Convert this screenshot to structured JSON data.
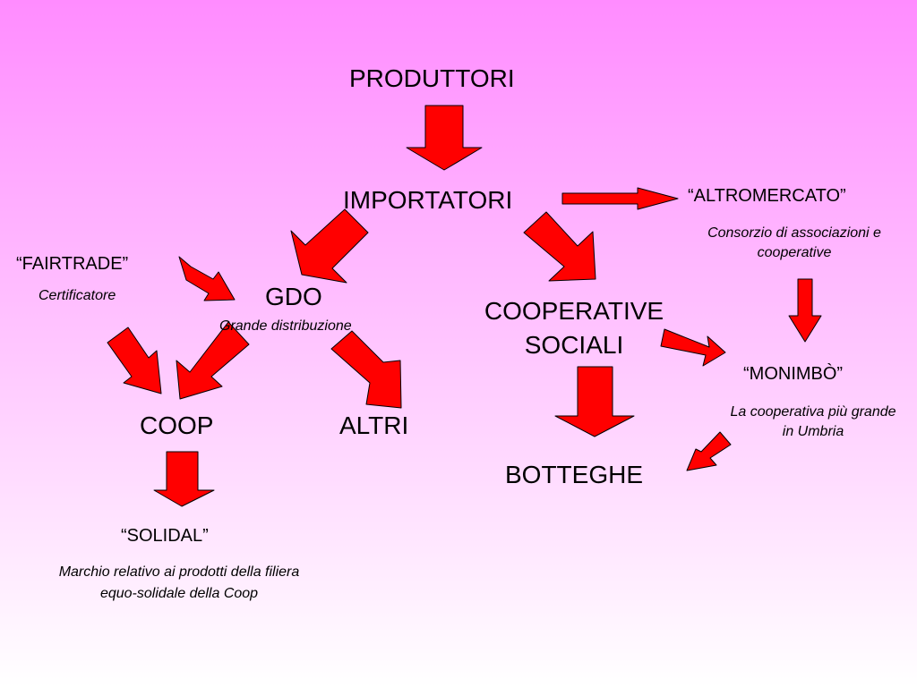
{
  "colors": {
    "bg_top": "#ff8cff",
    "bg_bottom": "#ffffff",
    "arrow_fill": "#ff0000",
    "arrow_stroke": "#000000"
  },
  "nodes": {
    "produttori": "PRODUTTORI",
    "importatori": "IMPORTATORI",
    "altromercato": "“ALTROMERCATO”",
    "altromercato_desc": "Consorzio di associazioni e cooperative",
    "fairtrade": "“FAIRTRADE”",
    "fairtrade_desc": "Certificatore",
    "gdo": "GDO",
    "gdo_desc": "Grande distribuzione",
    "cooperative_sociali_1": "COOPERATIVE",
    "cooperative_sociali_2": "SOCIALI",
    "monimbo": "“MONIMBÒ”",
    "monimbo_desc": "La cooperativa più grande in Umbria",
    "coop": "COOP",
    "altri": "ALTRI",
    "botteghe": "BOTTEGHE",
    "solidal": "“SOLIDAL”",
    "solidal_desc": "Marchio relativo ai prodotti della filiera equo-solidale della Coop"
  }
}
